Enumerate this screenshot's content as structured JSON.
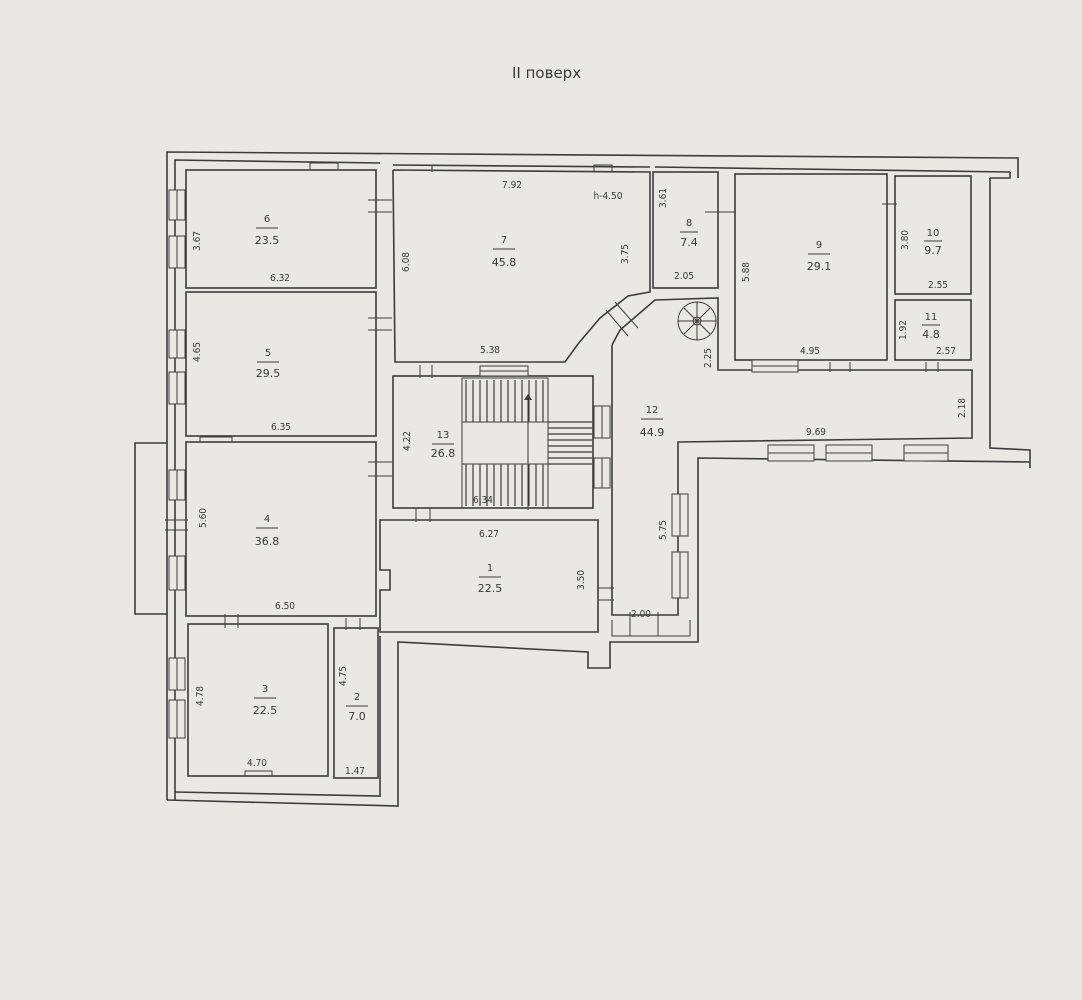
{
  "title": "II поверх",
  "rooms": [
    {
      "id": "room-1",
      "number": "1",
      "area": "22.5"
    },
    {
      "id": "room-2",
      "number": "2",
      "area": "7.0"
    },
    {
      "id": "room-3",
      "number": "3",
      "area": "22.5"
    },
    {
      "id": "room-4",
      "number": "4",
      "area": "36.8"
    },
    {
      "id": "room-5",
      "number": "5",
      "area": "29.5"
    },
    {
      "id": "room-6",
      "number": "6",
      "area": "23.5"
    },
    {
      "id": "room-7",
      "number": "7",
      "area": "45.8"
    },
    {
      "id": "room-8",
      "number": "8",
      "area": "7.4"
    },
    {
      "id": "room-9",
      "number": "9",
      "area": "29.1"
    },
    {
      "id": "room-10",
      "number": "10",
      "area": "9.7"
    },
    {
      "id": "room-11",
      "number": "11",
      "area": "4.8"
    },
    {
      "id": "room-12",
      "number": "12",
      "area": "44.9"
    },
    {
      "id": "room-13",
      "number": "13",
      "area": "26.8"
    }
  ],
  "dimensions": {
    "d6_w": "6.32",
    "d6_h": "3.67",
    "d5_w": "6.35",
    "d5_h": "4.65",
    "d4_w": "6.50",
    "d4_h": "5.60",
    "d3_w": "4.70",
    "d3_h": "4.78",
    "d2_w": "1.47",
    "d2_h": "4.75",
    "d7_top": "7.92",
    "d7_h_label": "h-4.50",
    "d7_left": "6.08",
    "d7_right": "3.75",
    "d7_bottom": "5.38",
    "d8_h": "3.61",
    "d8_w": "2.05",
    "d9_h": "5.88",
    "d9_w": "4.95",
    "d10_h": "3.80",
    "d10_w": "2.55",
    "d11_h": "1.92",
    "d11_w": "2.57",
    "d12_a": "2.25",
    "d12_b": "2.18",
    "d12_c": "9.69",
    "d12_d": "5.75",
    "d12_e": "2.00",
    "d13_h": "4.22",
    "d13_w": "6.34",
    "d1_w": "6.27",
    "d1_h": "3.50"
  }
}
